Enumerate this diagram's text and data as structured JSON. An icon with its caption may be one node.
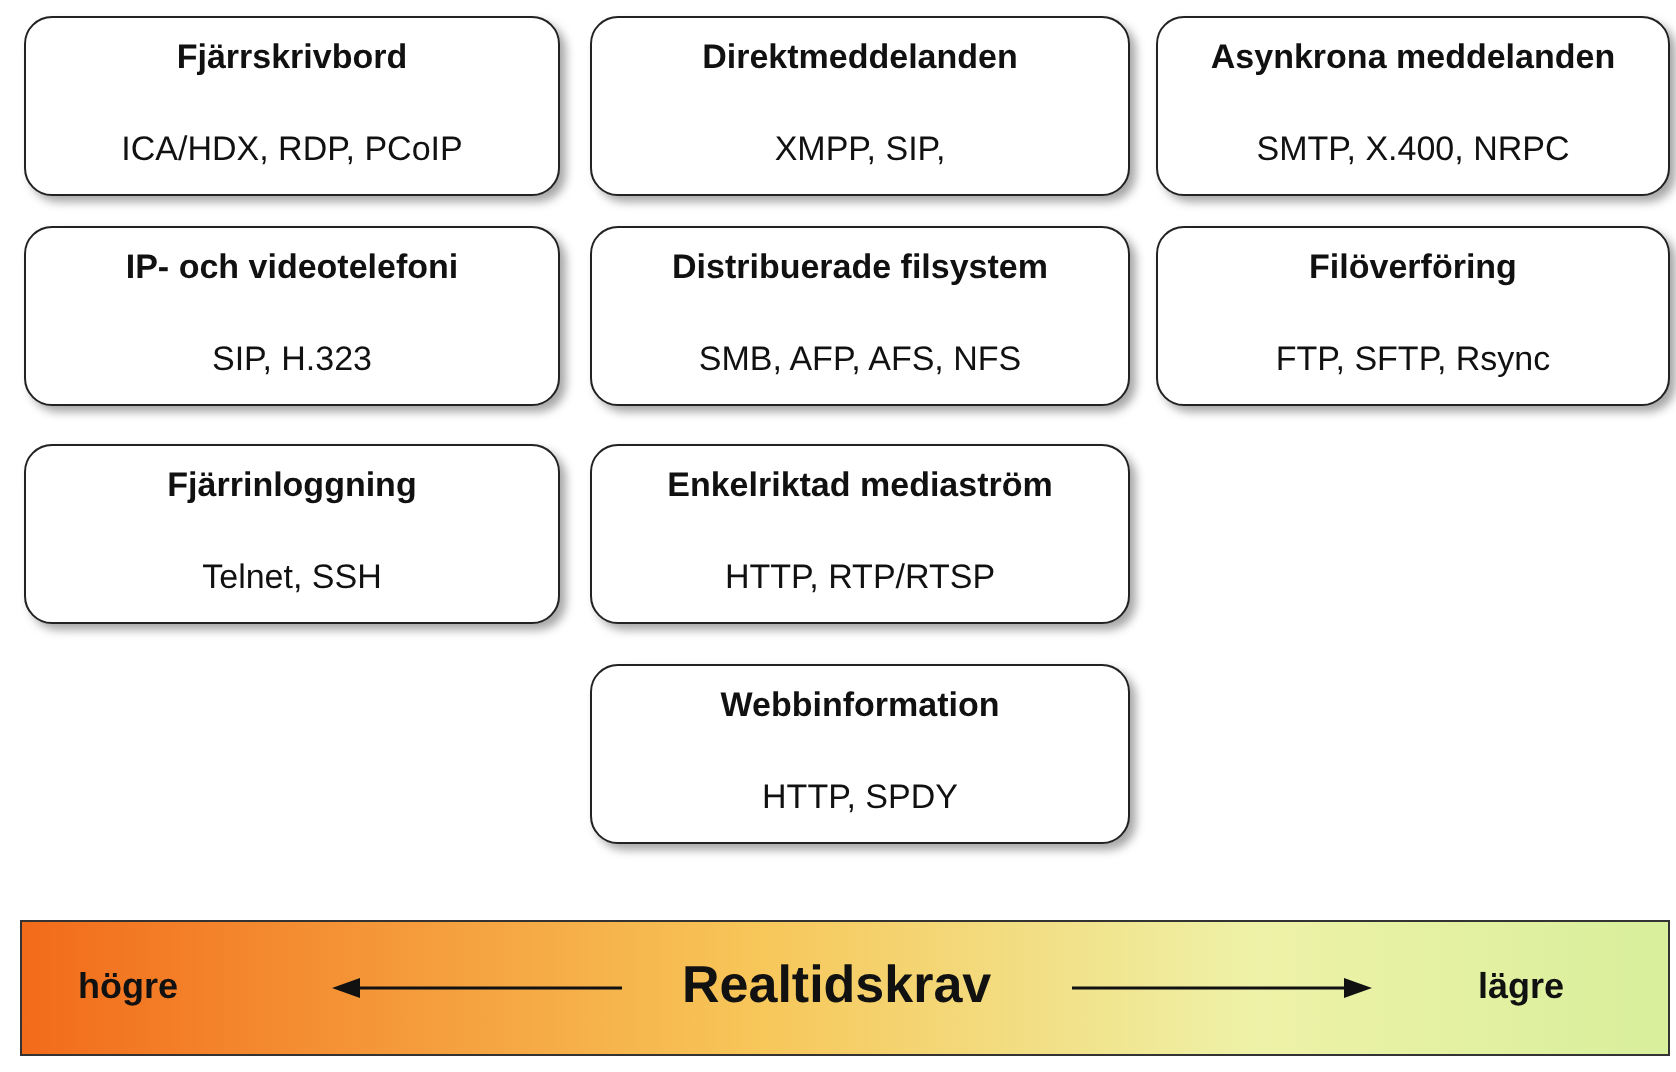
{
  "diagram": {
    "nodes": [
      {
        "text": [
          "Fjärrskrivbord",
          "ICA/HDX, RDP,  PCoIP"
        ]
      },
      {
        "text": [
          "Direktmeddelanden",
          "XMPP, SIP,"
        ]
      },
      {
        "text": [
          "Asynkrona meddelanden",
          "SMTP, X.400, NRPC"
        ]
      },
      {
        "text": [
          "IP- och videotelefoni",
          "SIP, H.323"
        ]
      },
      {
        "text": [
          "Distribuerade filsystem",
          "SMB, AFP, AFS, NFS"
        ]
      },
      {
        "text": [
          "Filöverföring",
          "FTP, SFTP, Rsync"
        ]
      },
      {
        "text": [
          "Fjärrinloggning",
          "Telnet, SSH"
        ]
      },
      {
        "text": [
          "Enkelriktad mediaström",
          "HTTP, RTP/RTSP"
        ]
      },
      {
        "text": [
          "Webbinformation",
          "HTTP, SPDY"
        ]
      },
      {
        "text": [
          "högre",
          "Realtidskrav",
          "lägre"
        ]
      }
    ]
  }
}
